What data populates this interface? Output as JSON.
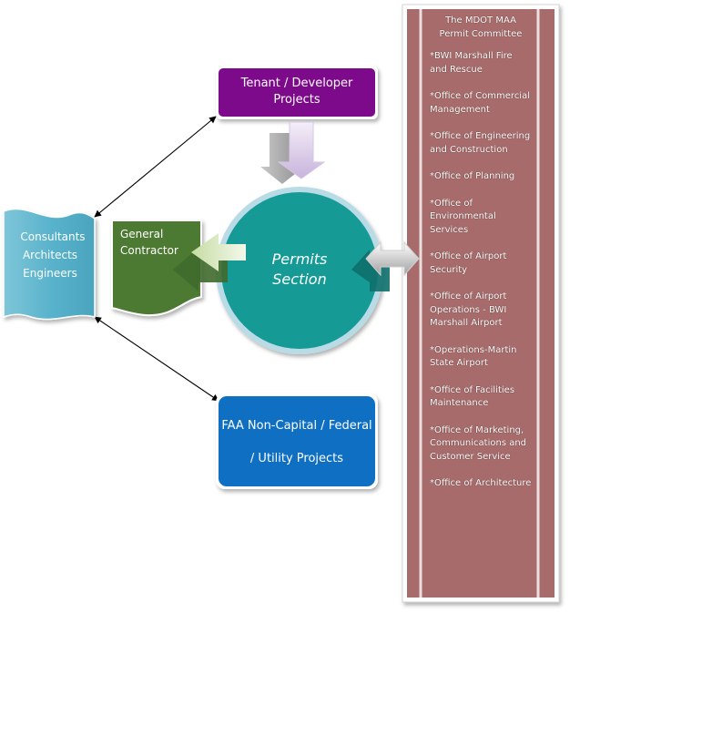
{
  "diagram": {
    "tenant_box": {
      "label": "Tenant / Developer Projects",
      "color": "#7d0a8a"
    },
    "faa_box": {
      "label_line1": "FAA Non-Capital / Federal",
      "label_line2": "/ Utility Projects",
      "color": "#0f6fc2"
    },
    "consultants": {
      "lines": [
        "Consultants",
        "Architects",
        "Engineers"
      ],
      "color": "#5ab3cc"
    },
    "general_contractor": {
      "label_line1": "General",
      "label_line2": "Contractor",
      "color": "#4e7a30"
    },
    "permits_section": {
      "label_line1": "Permits",
      "label_line2": "Section",
      "color": "#169a96"
    },
    "committee": {
      "title": "The MDOT MAA Permit Committee",
      "color": "#a86b6b",
      "items": [
        "*BWI Marshall Fire and Rescue",
        "*Office of Commercial Management",
        "*Office of Engineering and Construction",
        "*Office of Planning",
        "*Office of Environmental Services",
        "*Office of Airport Security",
        "*Office of Airport Operations - BWI Marshall Airport",
        "*Operations-Martin State Airport",
        "*Office of Facilities Maintenance",
        "*Office of Marketing, Communications and Customer Service",
        "*Office of Architecture"
      ]
    }
  }
}
